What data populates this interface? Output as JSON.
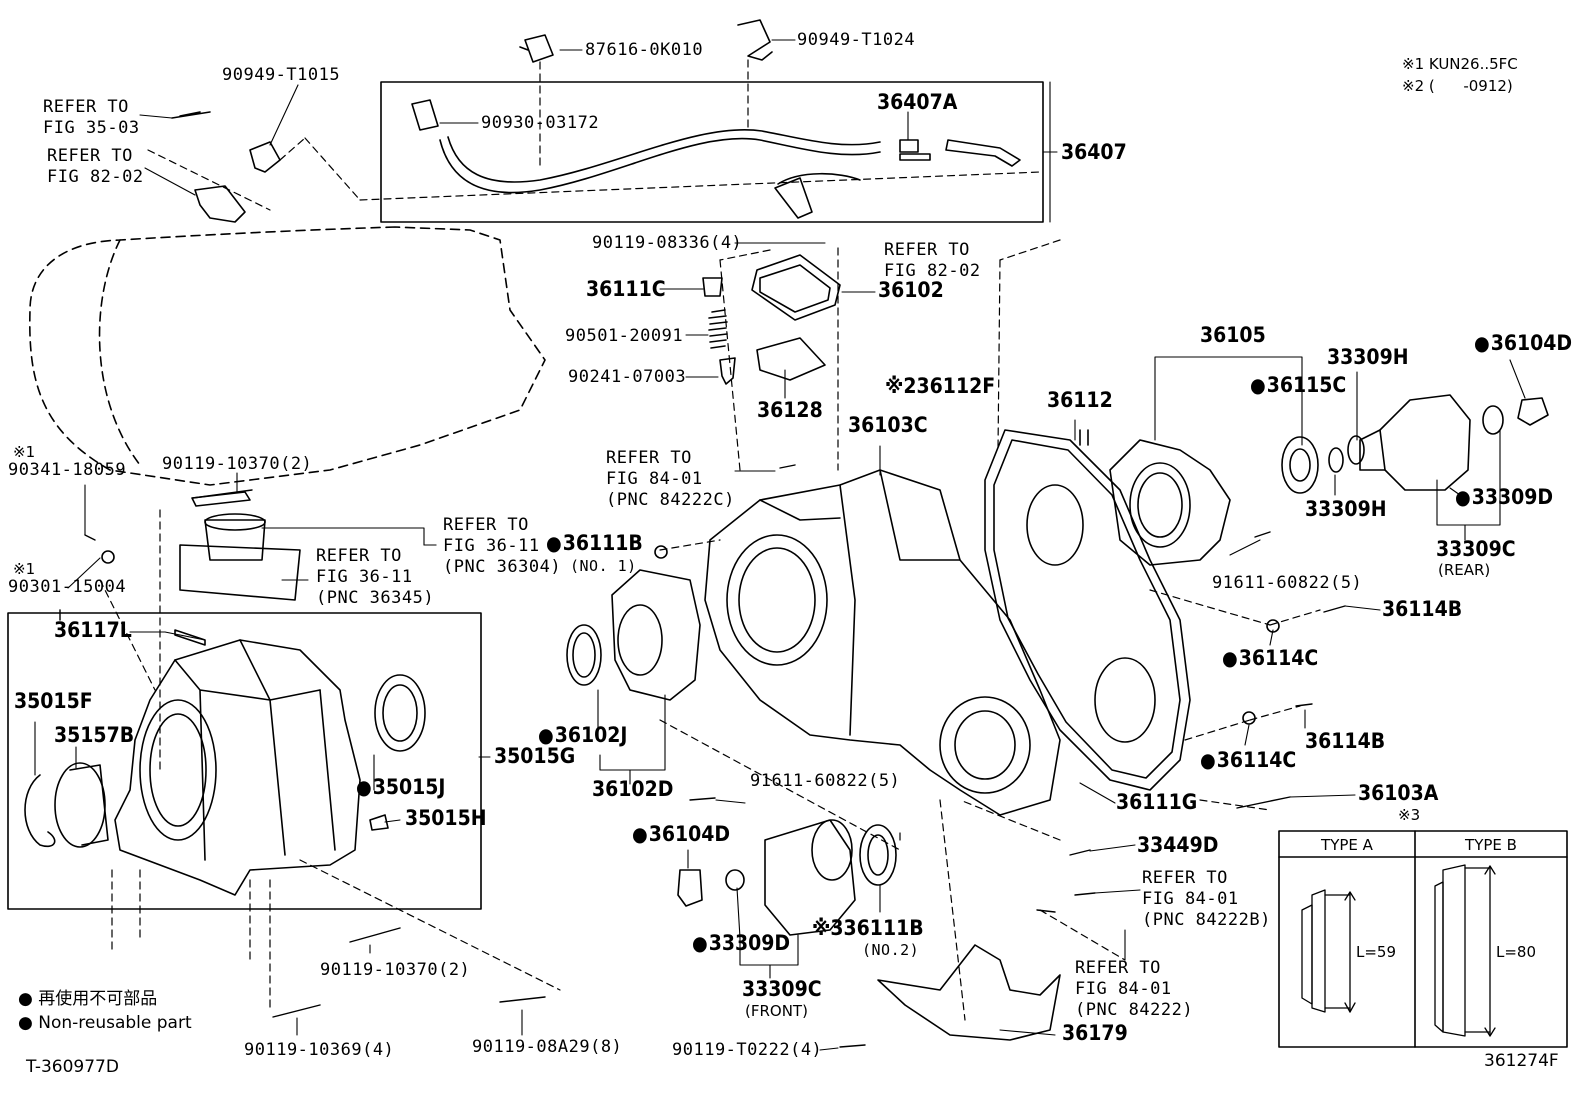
{
  "notes": {
    "n1": "※1 KUN26..5FC",
    "n2": "※2 (      -0912)"
  },
  "diagram_id": "T-360977D",
  "figure_code": "361274F",
  "legend": {
    "jp": "● 再使用不可部品",
    "en": "● Non-reusable part"
  },
  "types": {
    "a_title": "TYPE A",
    "b_title": "TYPE B",
    "a_len": "L=59",
    "b_len": "L=80",
    "mark": "※3"
  },
  "parts": {
    "p87616": "87616-0K010",
    "p90949_1024": "90949-T1024",
    "p90949_1015": "90949-T1015",
    "ref3503": "REFER TO\nFIG 35-03",
    "ref8202a": "REFER TO\nFIG 82-02",
    "p90930": "90930-03172",
    "p36407A": "36407A",
    "p36407": "36407",
    "p90119_08336": "90119-08336(4)",
    "ref8202b": "REFER TO\nFIG 82-02",
    "p36111C": "36111C",
    "p36102": "36102",
    "p90501": "90501-20091",
    "p90241": "90241-07003",
    "p36128": "36128",
    "p36112F": "※236112F",
    "p36103C": "36103C",
    "p36112": "36112",
    "p36105": "36105",
    "p33309H_a": "33309H",
    "p36104D_a": "36104D",
    "p36115C": "36115C",
    "p33309H_b": "33309H",
    "p33309D_a": "33309D",
    "p33309C_r": "33309C",
    "rear": "(REAR)",
    "note1a": "※1",
    "p90341": "90341-18059",
    "p90119_10370a": "90119-10370(2)",
    "ref8401a": "REFER TO\nFIG 84-01\n(PNC 84222C)",
    "ref3611a": "REFER TO\nFIG 36-11\n(PNC 36304)",
    "p36111B_1": "36111B",
    "no1": "(NO. 1)",
    "note1b": "※1",
    "p90301": "90301-15004",
    "ref3611b": "REFER TO\nFIG 36-11\n(PNC 36345)",
    "p91611_a": "91611-60822(5)",
    "p36114B_a": "36114B",
    "p36114C_a": "36114C",
    "p36117L": "36117L",
    "p35015F": "35015F",
    "p35157B": "35157B",
    "p36102J": "36102J",
    "p35015G": "35015G",
    "p35015J": "35015J",
    "p36102D": "36102D",
    "p91611_b": "91611-60822(5)",
    "p36114B_b": "36114B",
    "p36114C_b": "36114C",
    "p35015H": "35015H",
    "p36111G": "36111G",
    "p36103A": "36103A",
    "p36104D_b": "36104D",
    "p33449D": "33449D",
    "ref8401b": "REFER TO\nFIG 84-01\n(PNC 84222B)",
    "p36111B_2": "※336111B",
    "no2": "(NO.2)",
    "p33309D_b": "33309D",
    "p90119_10370b": "90119-10370(2)",
    "p33309C_f": "33309C",
    "front": "(FRONT)",
    "ref8401c": "REFER TO\nFIG 84-01\n(PNC 84222)",
    "p90119_10369": "90119-10369(4)",
    "p90119_08A29": "90119-08A29(8)",
    "p90119_T0222": "90119-T0222(4)",
    "p36179": "36179"
  },
  "non_reusable": [
    "36104D",
    "36115C",
    "33309D",
    "36111B",
    "36114C",
    "36102J",
    "35015J",
    "33309D",
    "36104D"
  ]
}
